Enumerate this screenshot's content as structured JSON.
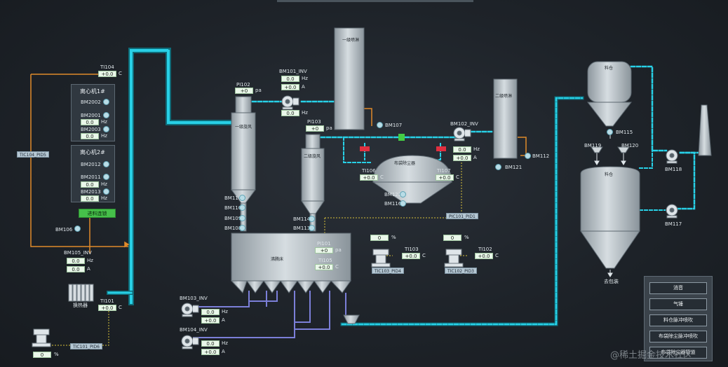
{
  "labels": {
    "ti104": "TI104",
    "ti101": "TI101",
    "ti105": "TI105",
    "ti106": "TI106",
    "ti107": "TI107",
    "ti103": "TI103",
    "ti102": "TI102",
    "pi102": "PI102",
    "pi103": "PI103",
    "pi101": "PI101",
    "bm101_inv": "BM101_INV",
    "bm102_inv": "BM102_INV",
    "bm103_inv": "BM103_INV",
    "bm104_inv": "BM104_INV",
    "bm105_inv": "BM105_INV",
    "bm106": "BM106",
    "bm107": "BM107",
    "bm112": "BM112",
    "bm121": "BM121",
    "bm115": "BM115",
    "bm119": "BM119",
    "bm120": "BM120",
    "bm118": "BM118",
    "bm117": "BM117",
    "bm122": "BM122",
    "bm116": "BM116",
    "bm111": "BM111",
    "bm110": "BM110",
    "bm109": "BM109",
    "bm108": "BM108",
    "bm114": "BM114",
    "bm113": "BM113",
    "heat_exchanger": "换热器",
    "vessel_tower1": "一级喷淋",
    "vessel_tower2": "二级喷淋",
    "vessel_cyclone1": "一级旋风",
    "vessel_cyclone2": "二级旋风",
    "vessel_bagfilter": "布袋除尘器",
    "vessel_bed": "沸腾床",
    "vessel_silo_top": "料仓",
    "vessel_silo_bottom": "料仓",
    "packing": "去包装"
  },
  "units": {
    "c": "C",
    "hz": "Hz",
    "a": "A",
    "pa": "pa",
    "pct": "%"
  },
  "values": {
    "ti104": "+0.0",
    "ti101": "+0.0",
    "ti105": "+0.0",
    "ti106": "+0.0",
    "ti107": "+0.0",
    "ti103": "+0.0",
    "ti102": "+0.0",
    "pi102": "+0",
    "pi103": "+0",
    "pi101": "+0",
    "bm101_hz": "0.0",
    "bm101_a": "+0.0",
    "bm102_hz": "0.0",
    "bm102_a": "+0.0",
    "bm103_hz": "0.0",
    "bm103_a": "+0.0",
    "bm104_hz": "0.0",
    "bm104_a": "+0.0",
    "bm105_hz": "0.0",
    "bm105_a": "0.0",
    "tic101_pct": "0",
    "tic103_pct": "0",
    "tic102_pct": "0"
  },
  "tags": {
    "tic104": "TIC104_PID5",
    "tic101": "TIC101_PID6",
    "tic103": "TIC103_PID4",
    "tic102": "TIC102_PID3",
    "pic101": "PIC101_PID1"
  },
  "centrifuge1": {
    "title": "离心机1#",
    "items": [
      {
        "label": "BM2002"
      },
      {
        "label": "BM2001"
      },
      {
        "label": "BM2003"
      }
    ],
    "hz_value": "0.0",
    "hz2_value": "0.0"
  },
  "centrifuge2": {
    "title": "离心机2#",
    "items": [
      {
        "label": "BM2012"
      },
      {
        "label": "BM2011"
      },
      {
        "label": "BM2013"
      }
    ],
    "hz_value": "0.0",
    "hz2_value": "0.0"
  },
  "feed_button": "进料连锁",
  "menu": {
    "items": [
      "消音",
      "气锤",
      "料仓脉冲喷吹",
      "布袋除尘脉冲喷吹",
      "布袋除尘器管道"
    ]
  },
  "watermark": "@稀土掘金技术社区",
  "colors": {
    "pipe_cyan": "#22c8e0",
    "pipe_orange": "#e08a2a",
    "pipe_yellow": "#d9c23a",
    "pipe_purple": "#7b7fd8",
    "valve_red": "#e03040",
    "valve_green": "#44cc44",
    "run_green": "#46c04a"
  }
}
